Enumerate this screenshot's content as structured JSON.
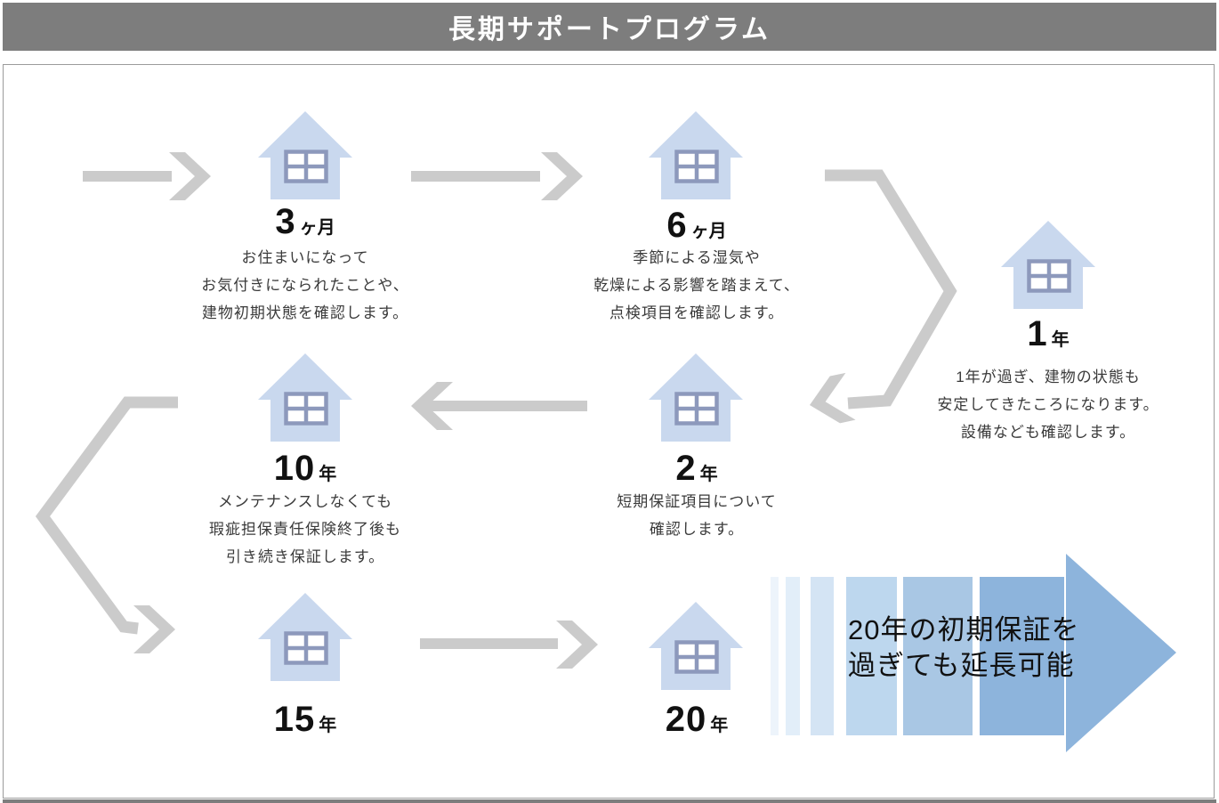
{
  "header": {
    "title": "長期サポートプログラム"
  },
  "milestones": [
    {
      "id": "3-months",
      "number": "3",
      "unit": "ヶ月",
      "description": [
        "お住まいになって",
        "お気付きになられたことや、",
        "建物初期状態を確認します。"
      ]
    },
    {
      "id": "6-months",
      "number": "6",
      "unit": "ヶ月",
      "description": [
        "季節による湿気や",
        "乾燥による影響を踏まえて、",
        "点検項目を確認します。"
      ]
    },
    {
      "id": "1-year",
      "number": "1",
      "unit": "年",
      "description": [
        "1年が過ぎ、建物の状態も",
        "安定してきたころになります。",
        "設備なども確認します。"
      ]
    },
    {
      "id": "2-years",
      "number": "2",
      "unit": "年",
      "description": [
        "短期保証項目について",
        "確認します。"
      ]
    },
    {
      "id": "10-years",
      "number": "10",
      "unit": "年",
      "description": [
        "メンテナンスしなくても",
        "瑕疵担保責任保険終了後も",
        "引き続き保証します。"
      ]
    },
    {
      "id": "15-years",
      "number": "15",
      "unit": "年",
      "description": []
    },
    {
      "id": "20-years",
      "number": "20",
      "unit": "年",
      "description": []
    }
  ],
  "extension_arrow": {
    "line1": "20年の初期保証を",
    "line2": "過ぎても延長可能"
  },
  "icons": {
    "milestone_icon": "house-icon",
    "flow_icon": "arrow-icon"
  },
  "colors": {
    "header_bg": "#7d7d7d",
    "header_text": "#ffffff",
    "house_fill": "#c9d8ee",
    "window_frame": "#8d99bc",
    "window_pane": "#ffffff",
    "flow_arrow_gray": "#cbcbcb",
    "extension_blues": [
      "#edf4fb",
      "#e2eef9",
      "#d4e4f4",
      "#bdd7ee",
      "#a9c7e4",
      "#8db4dc"
    ],
    "text_dark": "#111111"
  }
}
